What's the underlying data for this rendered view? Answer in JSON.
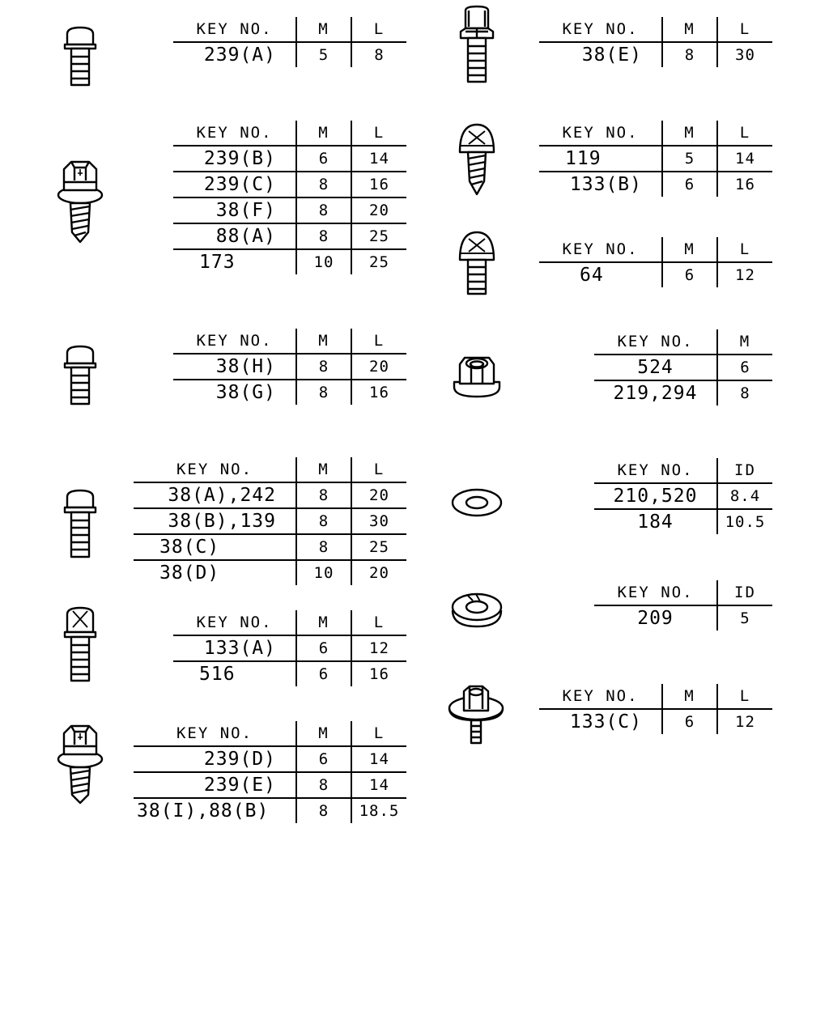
{
  "headers": {
    "key": "KEY NO.",
    "m": "M",
    "l": "L",
    "id": "ID"
  },
  "tables": {
    "t1": {
      "rows": [
        {
          "key": "239(A)",
          "m": "5",
          "l": "8"
        }
      ]
    },
    "t2": {
      "rows": [
        {
          "key": "239(B)",
          "m": "6",
          "l": "14"
        },
        {
          "key": "239(C)",
          "m": "8",
          "l": "16"
        },
        {
          "key": "38(F)",
          "m": "8",
          "l": "20"
        },
        {
          "key": "88(A)",
          "m": "8",
          "l": "25"
        },
        {
          "key": "173",
          "m": "10",
          "l": "25"
        }
      ]
    },
    "t3": {
      "rows": [
        {
          "key": "38(H)",
          "m": "8",
          "l": "20"
        },
        {
          "key": "38(G)",
          "m": "8",
          "l": "16"
        }
      ]
    },
    "t4": {
      "rows": [
        {
          "key": "38(A),242",
          "m": "8",
          "l": "20"
        },
        {
          "key": "38(B),139",
          "m": "8",
          "l": "30"
        },
        {
          "key": "38(C)",
          "m": "8",
          "l": "25"
        },
        {
          "key": "38(D)",
          "m": "10",
          "l": "20"
        }
      ]
    },
    "t5": {
      "rows": [
        {
          "key": "133(A)",
          "m": "6",
          "l": "12"
        },
        {
          "key": "516",
          "m": "6",
          "l": "16"
        }
      ]
    },
    "t6": {
      "rows": [
        {
          "key": "239(D)",
          "m": "6",
          "l": "14"
        },
        {
          "key": "239(E)",
          "m": "8",
          "l": "14"
        },
        {
          "key": "38(I),88(B)",
          "m": "8",
          "l": "18.5"
        }
      ]
    },
    "t7": {
      "rows": [
        {
          "key": "38(E)",
          "m": "8",
          "l": "30"
        }
      ]
    },
    "t8": {
      "rows": [
        {
          "key": "119",
          "m": "5",
          "l": "14"
        },
        {
          "key": "133(B)",
          "m": "6",
          "l": "16"
        }
      ]
    },
    "t9": {
      "rows": [
        {
          "key": "64",
          "m": "6",
          "l": "12"
        }
      ]
    },
    "t10": {
      "rows": [
        {
          "key": "524",
          "m": "6"
        },
        {
          "key": "219,294",
          "m": "8"
        }
      ]
    },
    "t11": {
      "rows": [
        {
          "key": "210,520",
          "id": "8.4"
        },
        {
          "key": "184",
          "id": "10.5"
        }
      ]
    },
    "t12": {
      "rows": [
        {
          "key": "209",
          "id": "5"
        }
      ]
    },
    "t13": {
      "rows": [
        {
          "key": "133(C)",
          "m": "6",
          "l": "12"
        }
      ]
    }
  },
  "icons": [
    "flange-bolt-icon",
    "hex-washer-tapping-screw-icon",
    "flange-bolt-icon",
    "flange-bolt-icon",
    "cross-head-flange-bolt-icon",
    "hex-washer-tapping-screw-icon",
    "hex-flange-bolt-icon",
    "phillips-tapping-screw-icon",
    "phillips-pan-screw-icon",
    "flange-nut-icon",
    "flat-washer-icon",
    "spring-washer-icon",
    "hex-bolt-with-washer-icon"
  ]
}
